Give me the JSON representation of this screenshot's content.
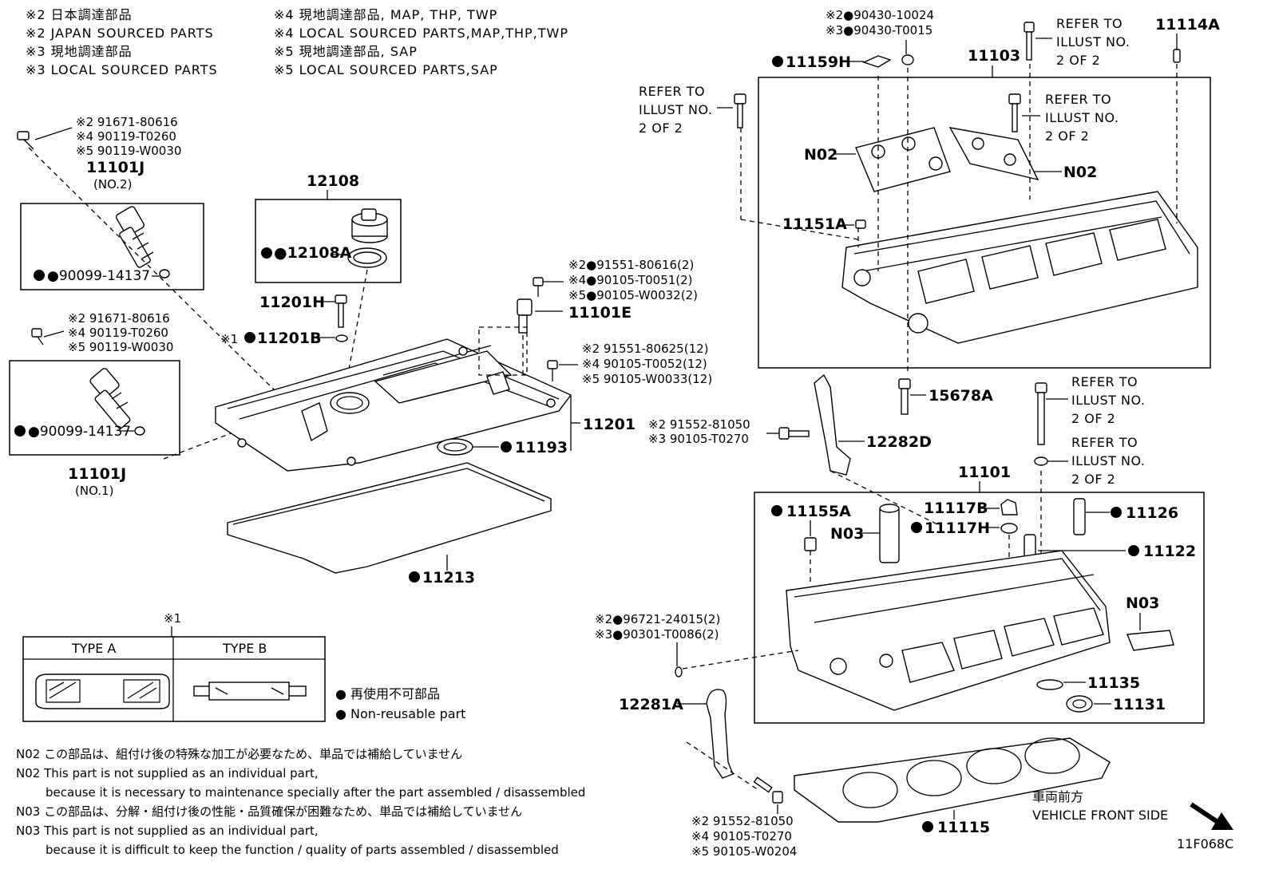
{
  "header": {
    "line1_left": "※2 日本調達部品",
    "line2_left": "※2 JAPAN SOURCED PARTS",
    "line3_left": "※3 現地調達部品",
    "line4_left": "※3 LOCAL SOURCED PARTS",
    "line1_right": "※4 現地調達部品, MAP, THP, TWP",
    "line2_right": "※4 LOCAL SOURCED PARTS,MAP,THP,TWP",
    "line3_right": "※5 現地調達部品, SAP",
    "line4_right": "※5 LOCAL SOURCED PARTS,SAP"
  },
  "callouts": {
    "c11101J_top": {
      "l1": "※2 91671-80616",
      "l2": "※4 90119-T0260",
      "l3": "※5 90119-W0030",
      "pn": "11101J",
      "sub": "(NO.2)",
      "seal": "●90099-14137"
    },
    "c11101J_bot": {
      "l1": "※2 91671-80616",
      "l2": "※4 90119-T0260",
      "l3": "※5 90119-W0030",
      "pn": "11101J",
      "sub": "(NO.1)",
      "seal": "●90099-14137"
    },
    "c12108": {
      "pn": "12108",
      "seal": "●12108A"
    },
    "c11201H": "11201H",
    "c11201B": "※1●11201B",
    "c11101E": {
      "l1": "※2●91551-80616(2)",
      "l2": "※4●90105-T0051(2)",
      "l3": "※5●90105-W0032(2)",
      "pn": "11101E"
    },
    "c91551": {
      "l1": "※2 91551-80625(12)",
      "l2": "※4 90105-T0052(12)",
      "l3": "※5 90105-W0033(12)"
    },
    "c11201": "11201",
    "c11193": "●11193",
    "c11213": "●11213",
    "c90430": {
      "l1": "※2●90430-10024",
      "l2": "※3●90430-T0015"
    },
    "c11159H": "●11159H",
    "c11103": "11103",
    "c11114A": "11114A",
    "refer_top_left": {
      "l1": "REFER TO",
      "l2": "ILLUST NO.",
      "l3": "2 OF 2"
    },
    "refer_top_mid": {
      "l1": "REFER TO",
      "l2": "ILLUST NO.",
      "l3": "2 OF 2"
    },
    "refer_top_right": {
      "l1": "REFER TO",
      "l2": "ILLUST NO.",
      "l3": "2 OF 2"
    },
    "n02_left": "N02",
    "n02_right": "N02",
    "c11151A": "11151A",
    "c15678A": "15678A",
    "refer_mid_1": {
      "l1": "REFER TO",
      "l2": "ILLUST NO.",
      "l3": "2 OF 2"
    },
    "refer_mid_2": {
      "l1": "REFER TO",
      "l2": "ILLUST NO.",
      "l3": "2 OF 2"
    },
    "c91552_top": {
      "l1": "※2 91552-81050",
      "l2": "※3 90105-T0270"
    },
    "c12282D": "12282D",
    "c11101": "11101",
    "c11155A": "●11155A",
    "c11117B": "11117B",
    "c11117H": "●11117H",
    "n03_a": "N03",
    "n03_b": "N03",
    "c11126": "●11126",
    "c11122": "●11122",
    "c96721": {
      "l1": "※2●96721-24015(2)",
      "l2": "※3●90301-T0086(2)"
    },
    "c11135": "11135",
    "c11131": "11131",
    "c12281A": "12281A",
    "c11115": "●11115",
    "c91552_bot": {
      "l1": "※2 91552-81050",
      "l2": "※4 90105-T0270",
      "l3": "※5 90105-W0204"
    }
  },
  "type_table": {
    "mark": "※1",
    "type_a": "TYPE A",
    "type_b": "TYPE B"
  },
  "legend": {
    "jp": "● 再使用不可部品",
    "en": "● Non-reusable part"
  },
  "notes": {
    "n02_jp": "N02 この部品は、組付け後の特殊な加工が必要なため、単品では補給していません",
    "n02_en1": "N02 This part is not supplied as an individual part,",
    "n02_en2": "because it is necessary to maintenance specially after the part assembled / disassembled",
    "n03_jp": "N03 この部品は、分解・組付け後の性能・品質確保が困難なため、単品では補給していません",
    "n03_en1": "N03 This part is not supplied as an individual part,",
    "n03_en2": "because it is difficult to keep the function / quality of parts assembled / disassembled"
  },
  "front": {
    "jp": "車両前方",
    "en": "VEHICLE FRONT SIDE"
  },
  "illust_id": "11F068C"
}
